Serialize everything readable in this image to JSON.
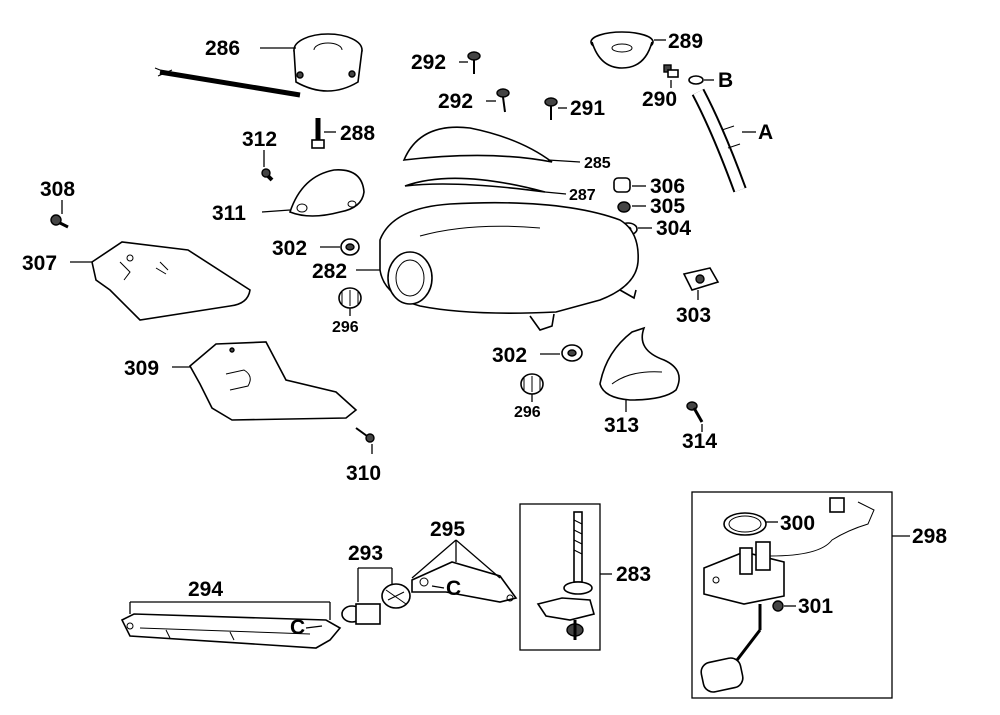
{
  "labels": {
    "p286": "286",
    "p292a": "292",
    "p289": "289",
    "p290": "290",
    "pB": "B",
    "p292b": "292",
    "p291": "291",
    "pA": "A",
    "p288": "288",
    "p312": "312",
    "p285": "285",
    "p306": "306",
    "p308": "308",
    "p287": "287",
    "p305": "305",
    "p311": "311",
    "p304": "304",
    "p307": "307",
    "p302a": "302",
    "p282": "282",
    "p303": "303",
    "p296a": "296",
    "p302b": "302",
    "p309": "309",
    "p296b": "296",
    "p313": "313",
    "p314": "314",
    "p310": "310",
    "p295": "295",
    "p293": "293",
    "p283": "283",
    "p300": "300",
    "p298": "298",
    "p294": "294",
    "pC1": "C",
    "pC2": "C",
    "p301": "301"
  }
}
